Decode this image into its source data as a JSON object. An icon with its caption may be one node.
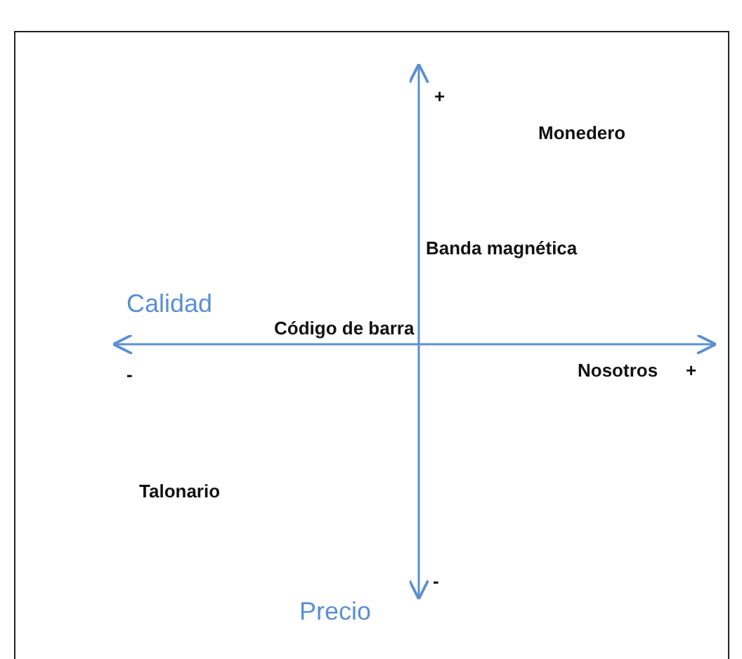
{
  "diagram": {
    "labels": [
      "+",
      "Monedero",
      "Banda magnética",
      "Calidad",
      "Código de barra",
      "-",
      "Nosotros",
      "+",
      "Talonario",
      "-",
      "Precio"
    ]
  }
}
